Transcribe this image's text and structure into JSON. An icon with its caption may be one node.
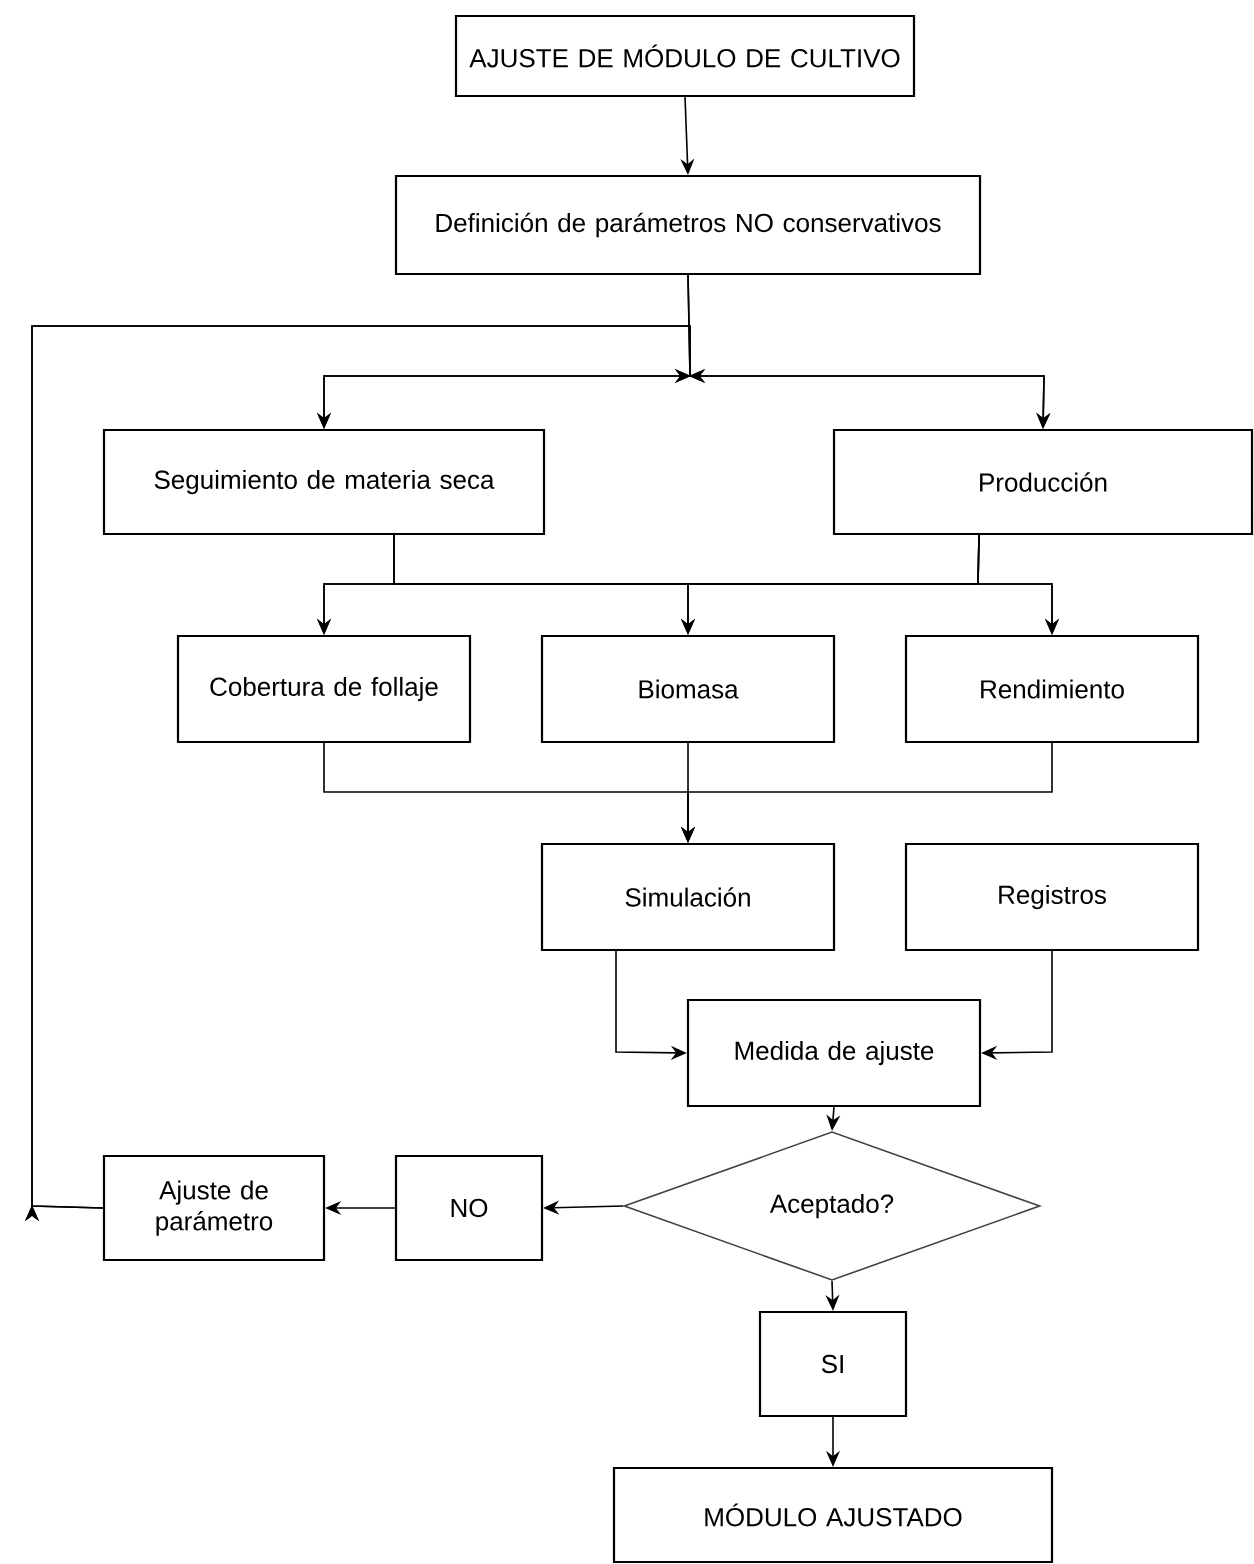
{
  "diagram": {
    "nodes": [
      {
        "text": [
          "AJUSTE DE MÓDULO DE CULTIVO"
        ]
      },
      {
        "text": [
          "Definición de parámetros NO conservativos"
        ]
      },
      {
        "text": [
          "Seguimiento de materia seca"
        ]
      },
      {
        "text": [
          "Producción"
        ]
      },
      {
        "text": [
          "Cobertura de follaje"
        ]
      },
      {
        "text": [
          "Biomasa"
        ]
      },
      {
        "text": [
          "Rendimiento"
        ]
      },
      {
        "text": [
          "Simulación"
        ]
      },
      {
        "text": [
          "Registros"
        ]
      },
      {
        "text": [
          "Medida de ajuste"
        ]
      },
      {
        "text": [
          "Aceptado?"
        ]
      },
      {
        "text": [
          "NO"
        ]
      },
      {
        "text": [
          "Ajuste de parámetro"
        ]
      },
      {
        "text": [
          "SI"
        ]
      },
      {
        "text": [
          "MÓDULO AJUSTADO"
        ]
      }
    ],
    "edges": [
      {
        "from": 0,
        "to": 1,
        "arrow": "to"
      },
      {
        "from": 1,
        "to": 2,
        "arrow": "to"
      },
      {
        "from": 1,
        "to": 3,
        "arrow": "to"
      },
      {
        "from": 12,
        "to": 2,
        "arrow": "to"
      },
      {
        "from": 12,
        "to": 3,
        "arrow": "to"
      },
      {
        "from": 2,
        "to": 4,
        "arrow": "to"
      },
      {
        "from": 2,
        "to": 5,
        "arrow": "to"
      },
      {
        "from": 2,
        "to": 6,
        "arrow": "to"
      },
      {
        "from": 3,
        "to": 4,
        "arrow": "to"
      },
      {
        "from": 3,
        "to": 5,
        "arrow": "to"
      },
      {
        "from": 3,
        "to": 6,
        "arrow": "to"
      },
      {
        "from": 4,
        "to": 7,
        "arrow": "to"
      },
      {
        "from": 5,
        "to": 7,
        "arrow": "to"
      },
      {
        "from": 6,
        "to": 7,
        "arrow": "to"
      },
      {
        "from": 7,
        "to": 9,
        "arrow": "to"
      },
      {
        "from": 8,
        "to": 9,
        "arrow": "to"
      },
      {
        "from": 9,
        "to": 10,
        "arrow": "to"
      },
      {
        "from": 10,
        "to": 11,
        "arrow": "to"
      },
      {
        "from": 11,
        "to": 12,
        "arrow": "to"
      },
      {
        "from": 10,
        "to": 13,
        "arrow": "to"
      },
      {
        "from": 13,
        "to": 14,
        "arrow": "to"
      }
    ]
  }
}
